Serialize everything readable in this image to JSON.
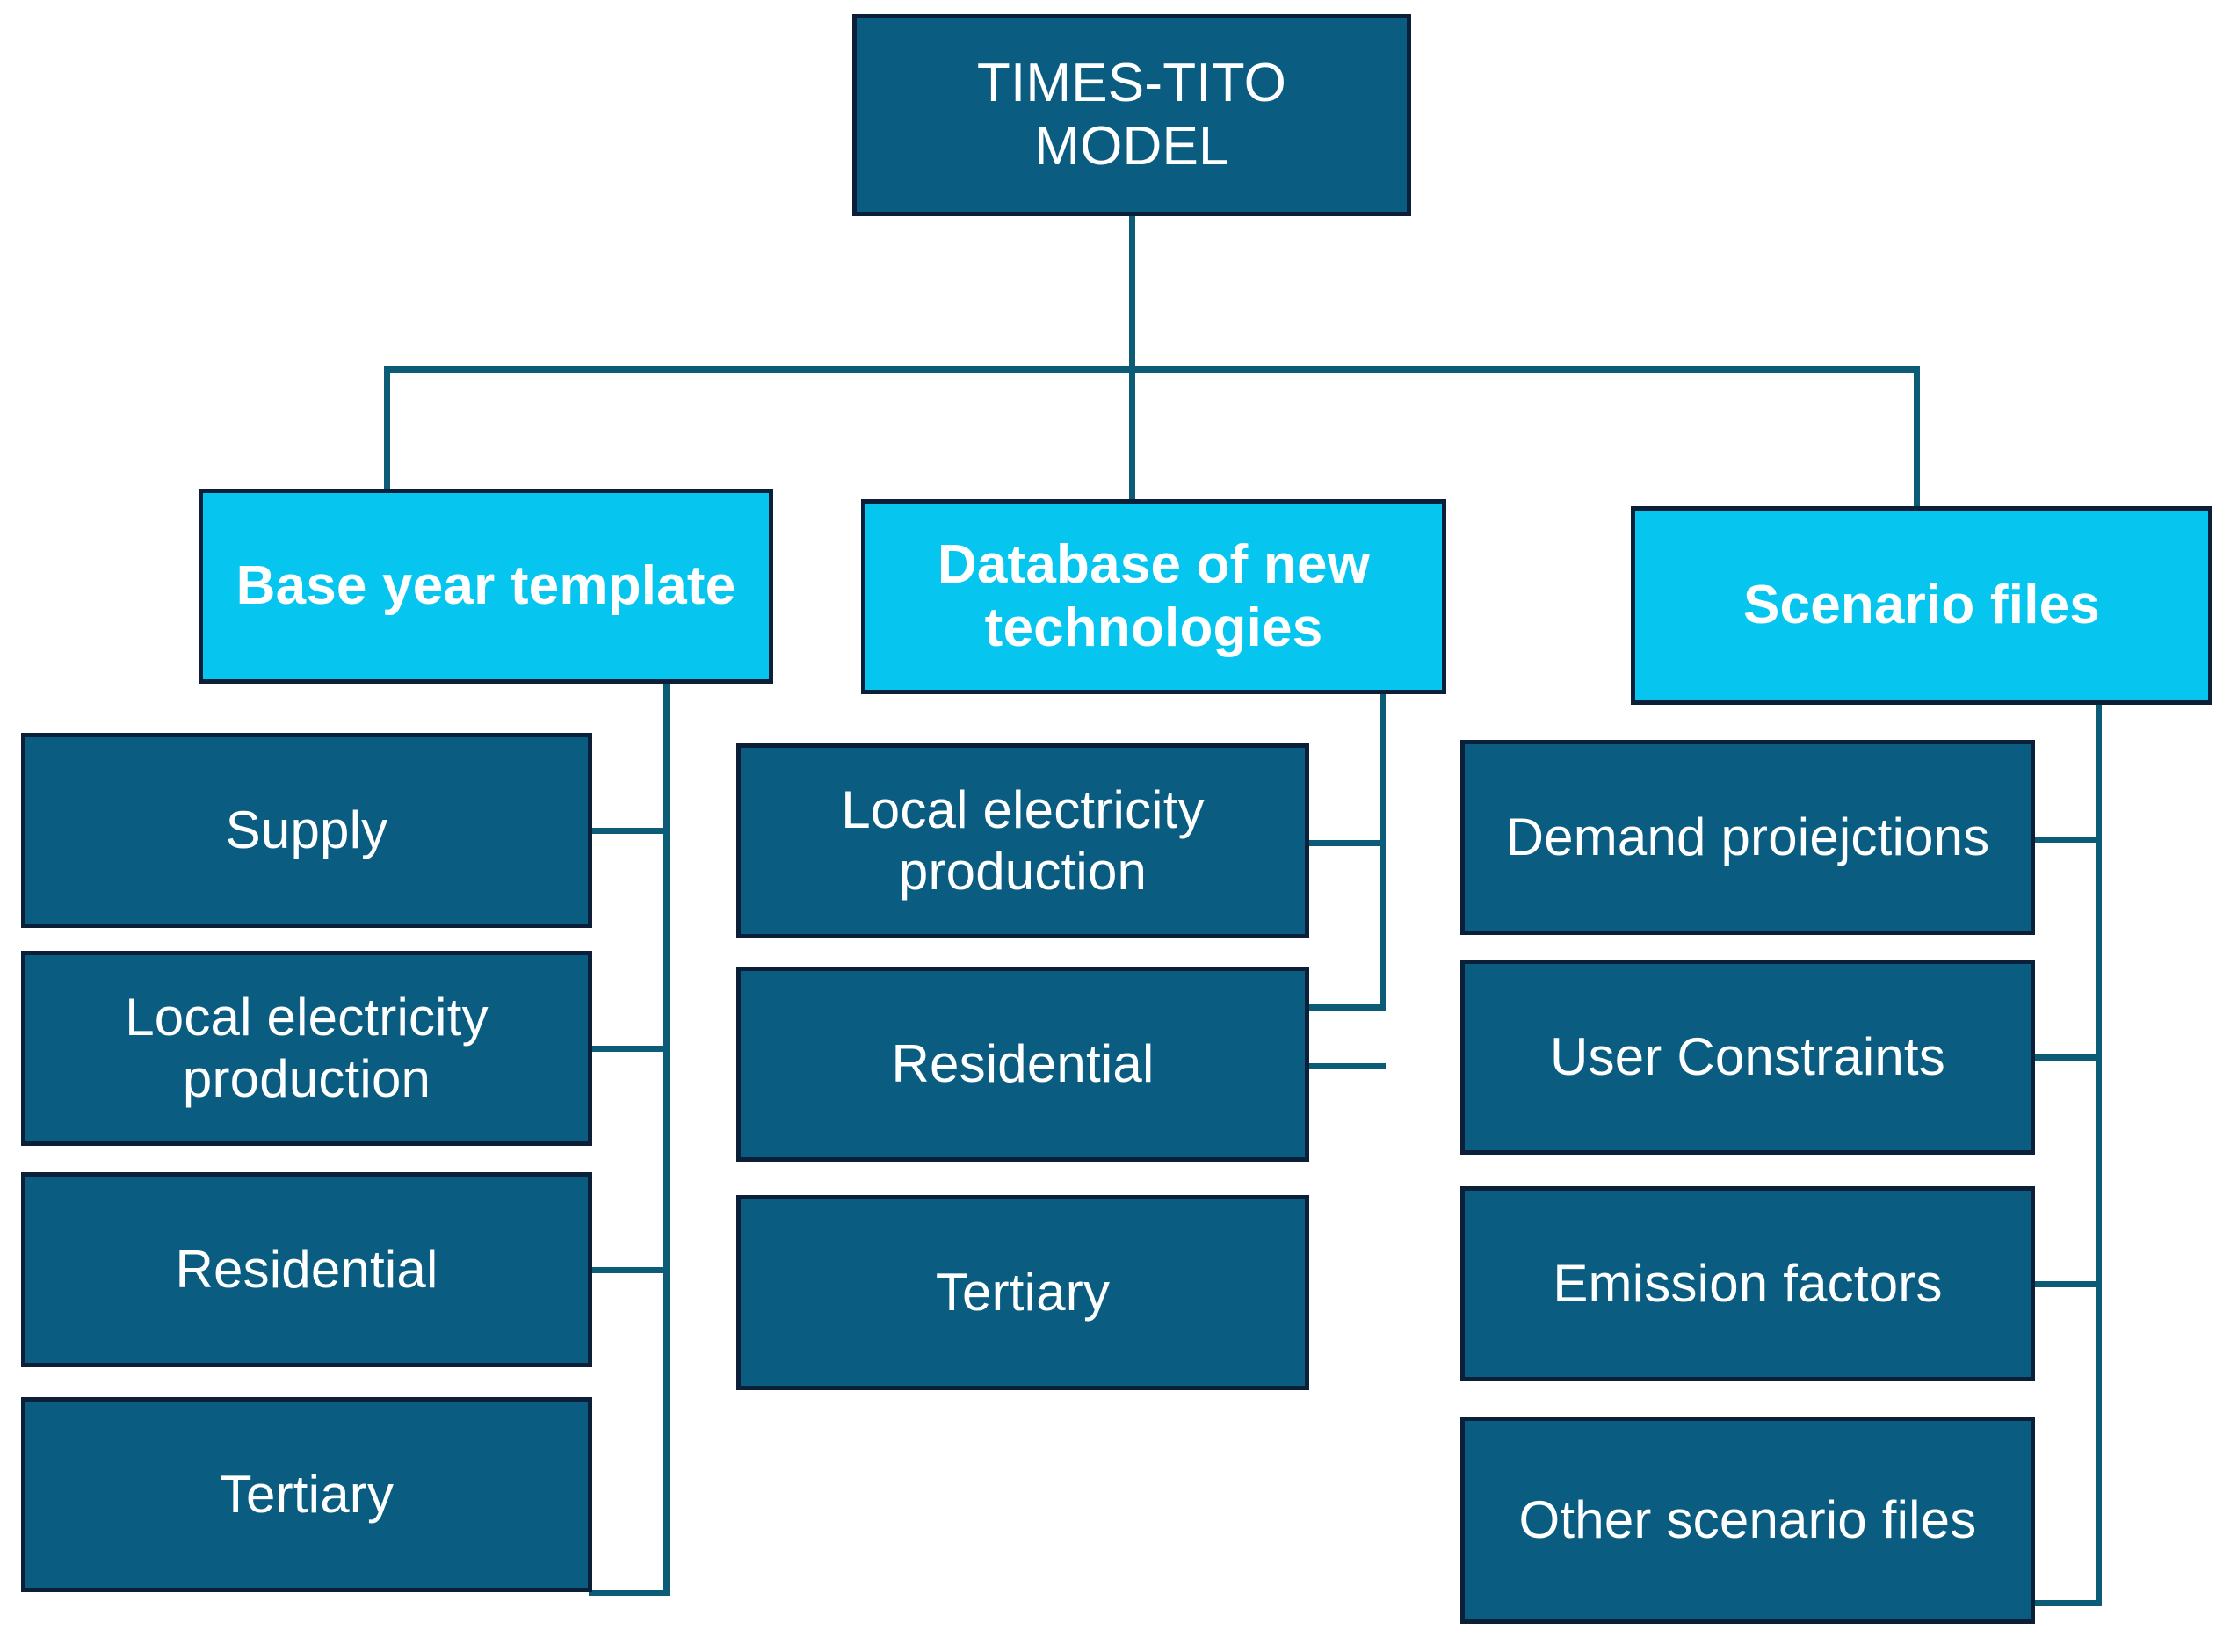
{
  "diagram": {
    "title": "TIMES-TITO MODEL structure",
    "colors": {
      "root_fill": "#0a5d80",
      "category_fill": "#06c6f0",
      "leaf_fill": "#0a5d80",
      "border": "#0c1f38",
      "connector": "#0d5c77",
      "text": "#ffffff",
      "background": "#ffffff"
    },
    "root": {
      "label": "TIMES-TITO\nMODEL"
    },
    "categories": [
      {
        "label": "Base year template",
        "children": [
          {
            "label": "Supply"
          },
          {
            "label": "Local electricity production"
          },
          {
            "label": "Residential"
          },
          {
            "label": "Tertiary"
          }
        ]
      },
      {
        "label": "Database of new technologies",
        "children": [
          {
            "label": "Local electricity production"
          },
          {
            "label": "Residential"
          },
          {
            "label": "Tertiary"
          }
        ]
      },
      {
        "label": "Scenario files",
        "children": [
          {
            "label": "Demand proiejctions"
          },
          {
            "label": "User Constraints"
          },
          {
            "label": "Emission factors"
          },
          {
            "label": "Other scenario files"
          }
        ]
      }
    ]
  }
}
